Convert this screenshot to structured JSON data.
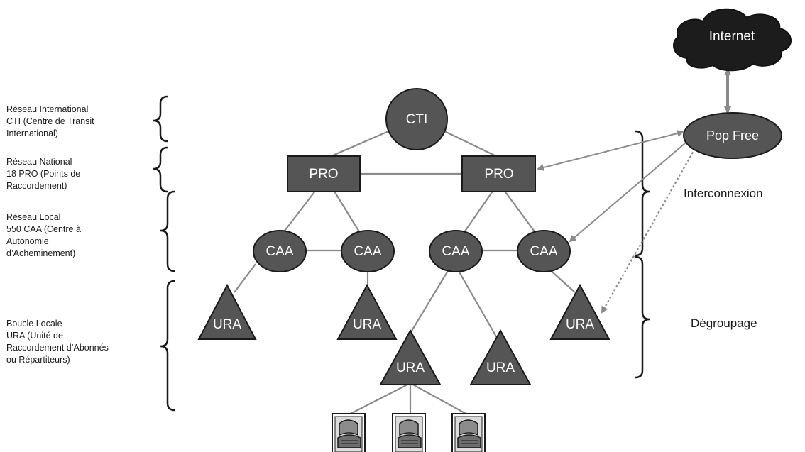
{
  "levels": [
    {
      "lines": [
        "Réseau International",
        "CTI (Centre de Transit",
        "International)"
      ]
    },
    {
      "lines": [
        "Réseau National",
        "18 PRO (Points de",
        "Raccordement)"
      ]
    },
    {
      "lines": [
        "Réseau Local",
        "550 CAA (Centre à",
        "Autonomie",
        "d’Acheminement)"
      ]
    },
    {
      "lines": [
        "Boucle Locale",
        "URA (Unité de",
        "Raccordement d’Abonnés",
        "ou Répartiteurs)"
      ]
    }
  ],
  "nodes": {
    "internet": "Internet",
    "pop": "Pop Free",
    "cti": "CTI",
    "pro_left": "PRO",
    "pro_right": "PRO",
    "caa_1": "CAA",
    "caa_2": "CAA",
    "caa_3": "CAA",
    "caa_4": "CAA",
    "ura_1": "URA",
    "ura_2": "URA",
    "ura_3": "URA",
    "ura_4": "URA",
    "ura_5": "URA"
  },
  "right_labels": {
    "interconnexion": "Interconnexion",
    "degroupage": "Dégroupage"
  },
  "colors": {
    "node_fill": "#555555",
    "node_stroke": "#1a1a1a",
    "edge": "#8a8a8a",
    "cloud_fill": "#1c1c1c",
    "node_text": "#ffffff"
  },
  "icons": [
    "subscriber-terminal-icon",
    "subscriber-terminal-icon",
    "subscriber-terminal-icon"
  ]
}
